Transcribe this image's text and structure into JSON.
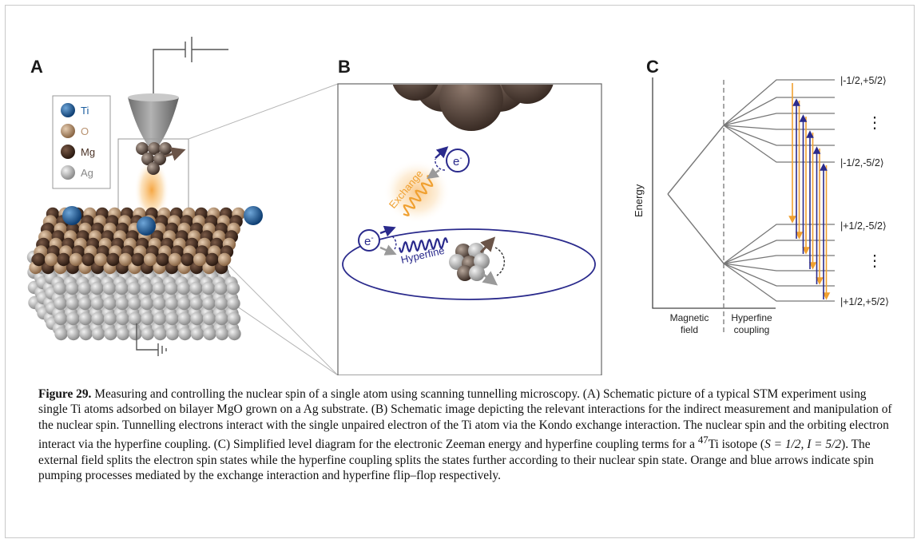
{
  "panels": {
    "a": "A",
    "b": "B",
    "c": "C"
  },
  "legend": [
    {
      "label": "Ti",
      "color": "#1c5fa0"
    },
    {
      "label": "O",
      "color": "#b89270"
    },
    {
      "label": "Mg",
      "color": "#4b3326"
    },
    {
      "label": "Ag",
      "color": "#b5b5b5"
    }
  ],
  "panel_b": {
    "exchange_label": "Exchange",
    "hyperfine_label": "Hyperfine",
    "electron_symbol": "e",
    "electron_sup": "-"
  },
  "panel_c": {
    "ylabel": "Energy",
    "x_left_label_1": "Magnetic",
    "x_left_label_2": "field",
    "x_right_label_1": "Hyperfine",
    "x_right_label_2": "coupling",
    "state_labels": [
      "|-1/2,+5/2⟩",
      "|-1/2,-5/2⟩",
      "|+1/2,-5/2⟩",
      "|+1/2,+5/2⟩"
    ],
    "ellipsis": "⋮",
    "colors": {
      "orange": "#f0a030",
      "blue": "#2a2a8c"
    }
  },
  "caption": {
    "label": "Figure 29.",
    "text_1": " Measuring and controlling the nuclear spin of a single atom using scanning tunnelling microscopy. (A) Schematic picture of a typical STM experiment using single Ti atoms adsorbed on bilayer MgO grown on a Ag substrate. (B) Schematic image depicting the relevant interactions for the indirect measurement and manipulation of the nuclear spin. Tunnelling electrons interact with the single unpaired electron of the Ti atom via the Kondo exchange interaction. The nuclear spin and the orbiting electron interact via the hyperfine coupling. (C) Simplified level diagram for the electronic Zeeman energy and hyperfine coupling terms for a ",
    "isotope_mass": "47",
    "isotope_element": "Ti isotope (",
    "spin_expr": "S = 1/2, I = 5/2",
    "text_2": "). The external field splits the electron spin states while the hyperfine coupling splits the states further according to their nuclear spin state. Orange and blue arrows indicate spin pumping processes mediated by the exchange interaction and hyperfine flip–flop respectively."
  }
}
